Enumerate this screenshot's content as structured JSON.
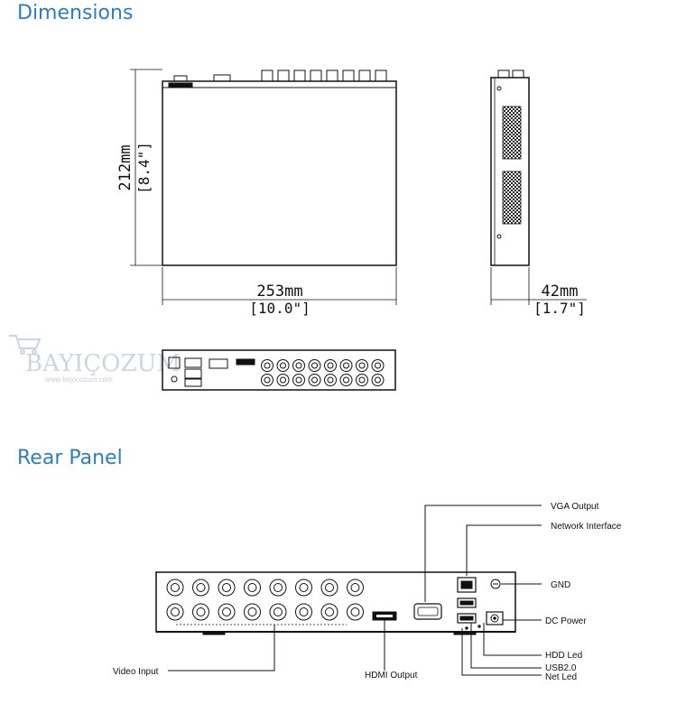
{
  "sections": {
    "dimensions_title": "Dimensions",
    "rear_panel_title": "Rear Panel"
  },
  "dimensions": {
    "height": {
      "mm": "212mm",
      "inch": "[8.4\"]"
    },
    "width": {
      "mm": "253mm",
      "inch": "[10.0\"]"
    },
    "depth": {
      "mm": "42mm",
      "inch": "[1.7\"]"
    }
  },
  "watermark": {
    "brand": "BAYIÇOZUM",
    "url": "www.bayicozum.com"
  },
  "rear_panel": {
    "callouts": {
      "vga_output": "VGA Output",
      "network_interface": "Network Interface",
      "gnd": "GND",
      "dc_power": "DC Power",
      "hdd_led": "HDD Led",
      "usb": "USB2.0",
      "net_led": "Net Led",
      "video_input": "Video Input",
      "hdmi_output": "HDMI Output"
    }
  }
}
